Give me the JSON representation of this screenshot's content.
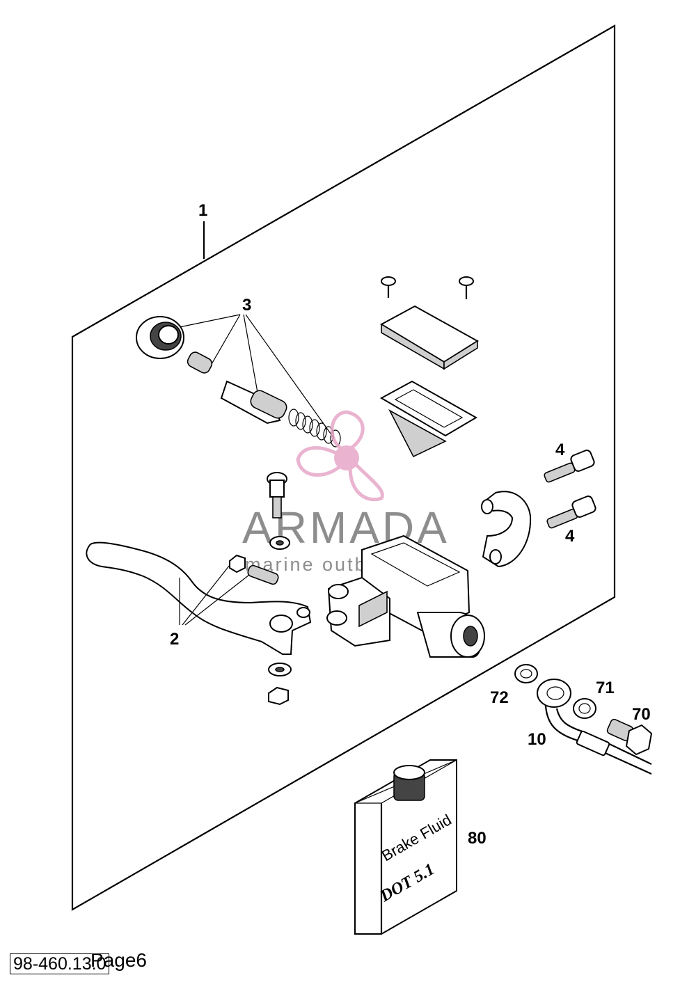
{
  "callouts": {
    "kit": "1",
    "lever": "2",
    "piston_kit": "3",
    "screw_upper": "4",
    "screw_lower": "4",
    "brake_line": "10",
    "banjo_bolt": "70",
    "washer_outer": "71",
    "washer_inner": "72",
    "brake_fluid": "80"
  },
  "bottle": {
    "line1": "Brake Fluid",
    "line2": "DOT 5.1"
  },
  "watermark": {
    "title": "ARMADA",
    "subtitle": "marine outboards",
    "color": "#e7a8c8"
  },
  "footer": {
    "code": "98-460.13.0",
    "page": "Page6"
  }
}
